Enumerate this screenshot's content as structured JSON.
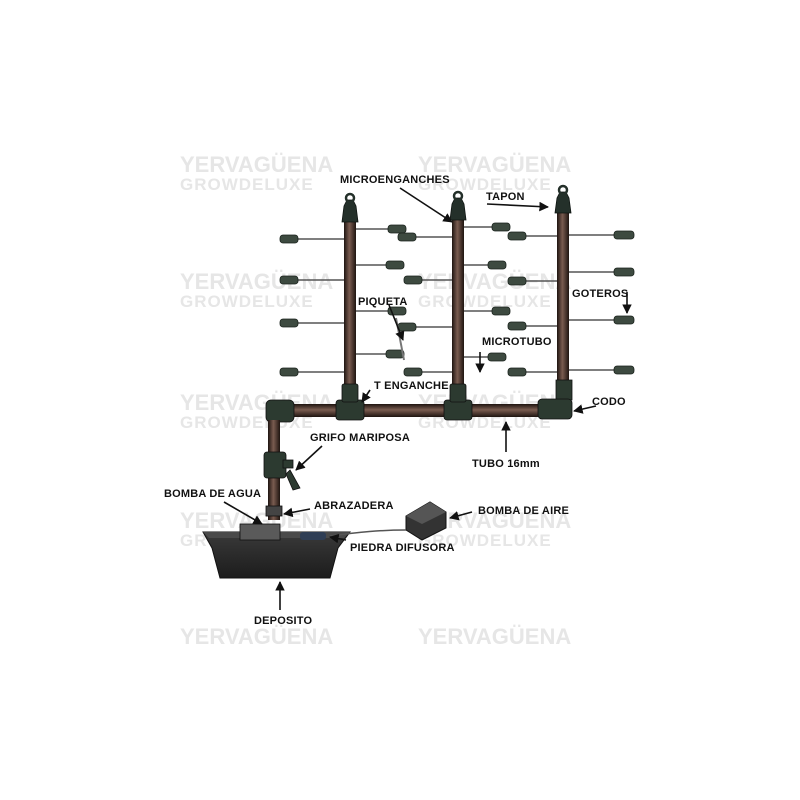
{
  "watermark": {
    "brand": "YERVAGÜENA",
    "sub": "GROWDELUXE"
  },
  "labels": {
    "microenganches": "MICROENGANCHES",
    "tapon": "TAPON",
    "piqueta": "PIQUETA",
    "goteros": "GOTEROS",
    "microtubo": "MICROTUBO",
    "t_enganche": "T ENGANCHE",
    "codo": "CODO",
    "grifo_mariposa": "GRIFO MARIPOSA",
    "tubo": "TUBO 16mm",
    "bomba_agua": "BOMBA DE AGUA",
    "abrazadera": "ABRAZADERA",
    "bomba_aire": "BOMBA DE AIRE",
    "piedra_difusora": "PIEDRA DIFUSORA",
    "deposito": "DEPOSITO"
  },
  "colors": {
    "pipe": "#3a2a24",
    "pipe_highlight": "#8a6a5e",
    "fitting": "#2c3a30",
    "dripper": "#3d4a40",
    "tank": "#2d2d2d",
    "label": "#111111",
    "watermark": "#e6e6e6"
  }
}
